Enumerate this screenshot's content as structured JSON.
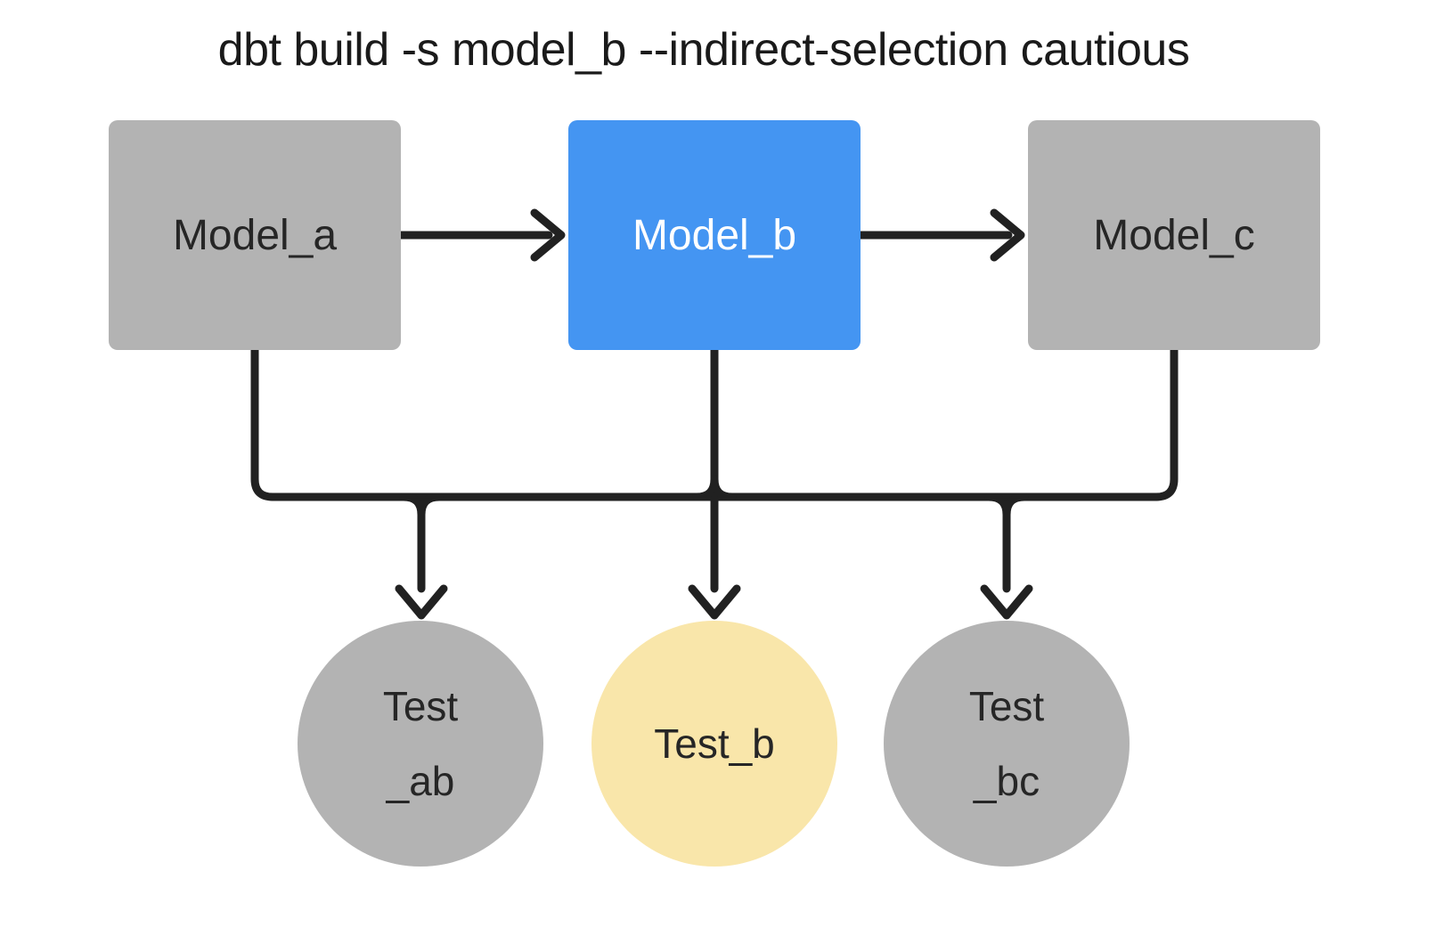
{
  "title": "dbt build -s model_b --indirect-selection cautious",
  "colors": {
    "model_selected": "#4495f2",
    "model_unselected": "#b3b3b3",
    "test_indirect": "#f9e6aa",
    "test_unselected": "#b3b3b3",
    "edge": "#212121",
    "text_dark": "#262626",
    "text_on_selected": "#ffffff"
  },
  "nodes": {
    "model_a": {
      "label": "Model_a",
      "type": "model",
      "state": "unselected"
    },
    "model_b": {
      "label": "Model_b",
      "type": "model",
      "state": "selected"
    },
    "model_c": {
      "label": "Model_c",
      "type": "model",
      "state": "unselected"
    },
    "test_ab": {
      "label": "Test\n_ab",
      "type": "test",
      "state": "unselected"
    },
    "test_b": {
      "label": "Test_b",
      "type": "test",
      "state": "indirectly-selected"
    },
    "test_bc": {
      "label": "Test\n_bc",
      "type": "test",
      "state": "unselected"
    }
  },
  "edges": [
    {
      "from": "model_a",
      "to": "model_b"
    },
    {
      "from": "model_b",
      "to": "model_c"
    },
    {
      "from": "model_a",
      "to": "test_ab"
    },
    {
      "from": "model_b",
      "to": "test_ab"
    },
    {
      "from": "model_b",
      "to": "test_b"
    },
    {
      "from": "model_b",
      "to": "test_bc"
    },
    {
      "from": "model_c",
      "to": "test_bc"
    }
  ]
}
